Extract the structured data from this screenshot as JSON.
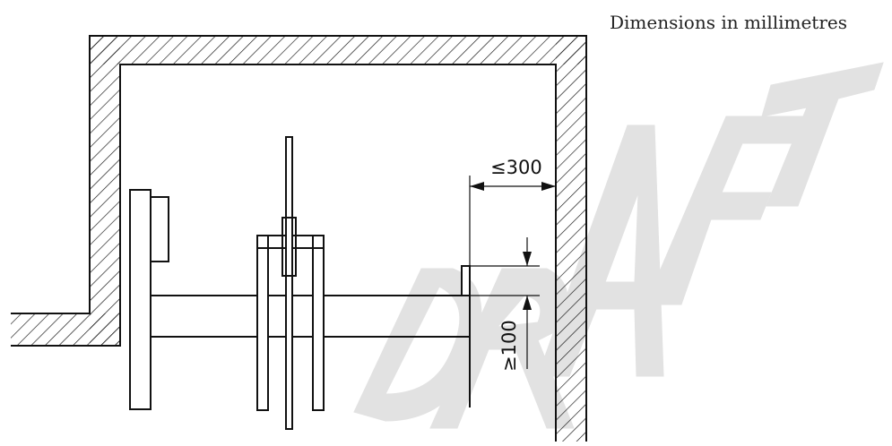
{
  "note": "Dimensions in millimetres",
  "dimensions": {
    "clearance_max": "≤300",
    "height_min": "≥100"
  },
  "watermark": "DRAFT",
  "colors": {
    "line": "#111111",
    "watermark": "#dcdcdc"
  }
}
